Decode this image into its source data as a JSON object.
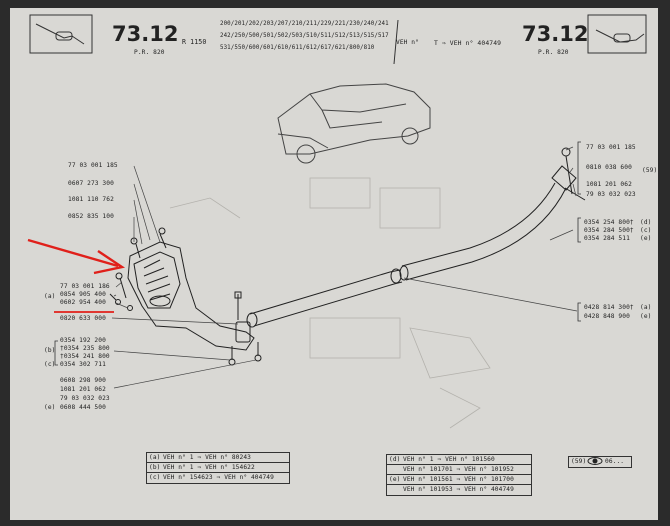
{
  "header": {
    "page_left": "73.12",
    "page_right": "73.12",
    "ref_left": "P.R. 820",
    "ref_right": "P.R. 820",
    "model": "R 1150",
    "model_codes": [
      "200/201/202/203/207/210/211/229/221/230/240/241",
      "242/250/500/501/502/503/510/511/512/513/515/517",
      "531/550/600/601/610/611/612/617/621/800/810"
    ],
    "veh_label": "VEH n°",
    "veh_range": "T ⇒ VEH n° 404749"
  },
  "left_labels": [
    "77 03 001 185",
    "0607 273 300",
    "1081 110 762",
    "0852 835 100",
    "77 03 001 186",
    "0854 905 400",
    "0602 954 400",
    "0820 633 000",
    "0354 192 200",
    "†0354 235 800",
    "†0354 241 800",
    "0354 302 711",
    "0608 298 900",
    "1081 201 062",
    "79 03 032 023",
    "0608 444 500"
  ],
  "left_markers": [
    "(a)",
    "(b)",
    "(c)",
    "(e)"
  ],
  "right_labels": [
    "77 03 001 185",
    "0810 038 600",
    "1081 201 062",
    "79 03 032 023",
    "0354 254 800†",
    "0354 284 500†",
    "0354 284 511",
    "0428 814 300†",
    "0428 848 900"
  ],
  "right_markers": [
    "(59)",
    "(d)",
    "(c)",
    "(e)",
    "(a)",
    "(e)"
  ],
  "left_table": [
    {
      "tag": "(a)",
      "text": "VEH n°          1 ⇒ VEH n°   80243"
    },
    {
      "tag": "(b)",
      "text": "VEH n°          1 ⇒ VEH n°  154622"
    },
    {
      "tag": "(c)",
      "text": "VEH n°  154623 ⇒ VEH n°  404749"
    }
  ],
  "right_table": [
    {
      "tag": "(d)",
      "text": "VEH n°          1 ⇒ VEH n°  101560"
    },
    {
      "tag": "",
      "text": "VEH n°  101701 ⇒ VEH n°  101952"
    },
    {
      "tag": "(e)",
      "text": "VEH n°  101561 ⇒ VEH n°  101700"
    },
    {
      "tag": "",
      "text": "VEH n°  101953 ⇒ VEH n°  404749"
    }
  ],
  "footer_ref": "(59)",
  "footer_icon_text": "06...",
  "colors": {
    "annotation": "#e0201a",
    "ink": "#222222",
    "paper": "#d9d8d4"
  }
}
